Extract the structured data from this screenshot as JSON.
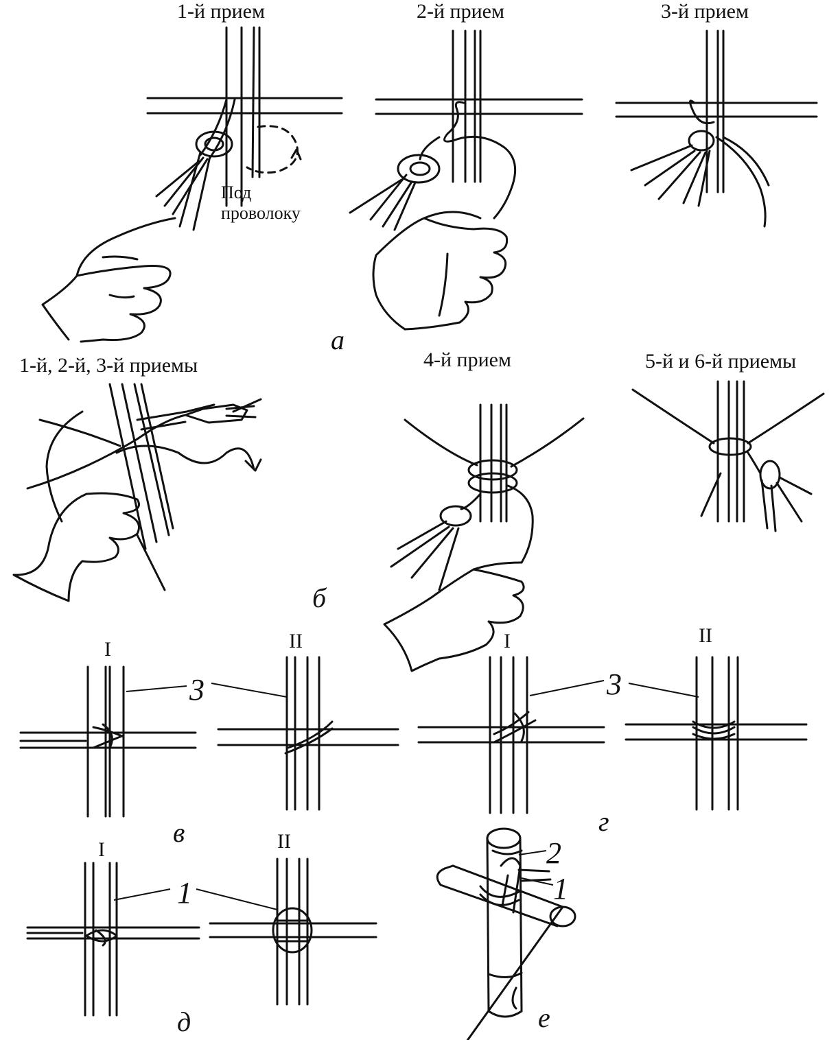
{
  "headings": {
    "a1": "1-й прием",
    "a2": "2-й прием",
    "a3": "3-й прием",
    "b1": "1-й, 2-й, 3-й приемы",
    "b4": "4-й прием",
    "b56": "5-й и 6-й приемы"
  },
  "annotation": "Под\nпроволоку",
  "letters": {
    "a": "а",
    "b": "б",
    "v": "в",
    "g": "г",
    "d": "д",
    "e": "е"
  },
  "roman": {
    "one": "I",
    "two": "II"
  },
  "numbers": {
    "three": "3",
    "one": "1",
    "two": "2"
  }
}
